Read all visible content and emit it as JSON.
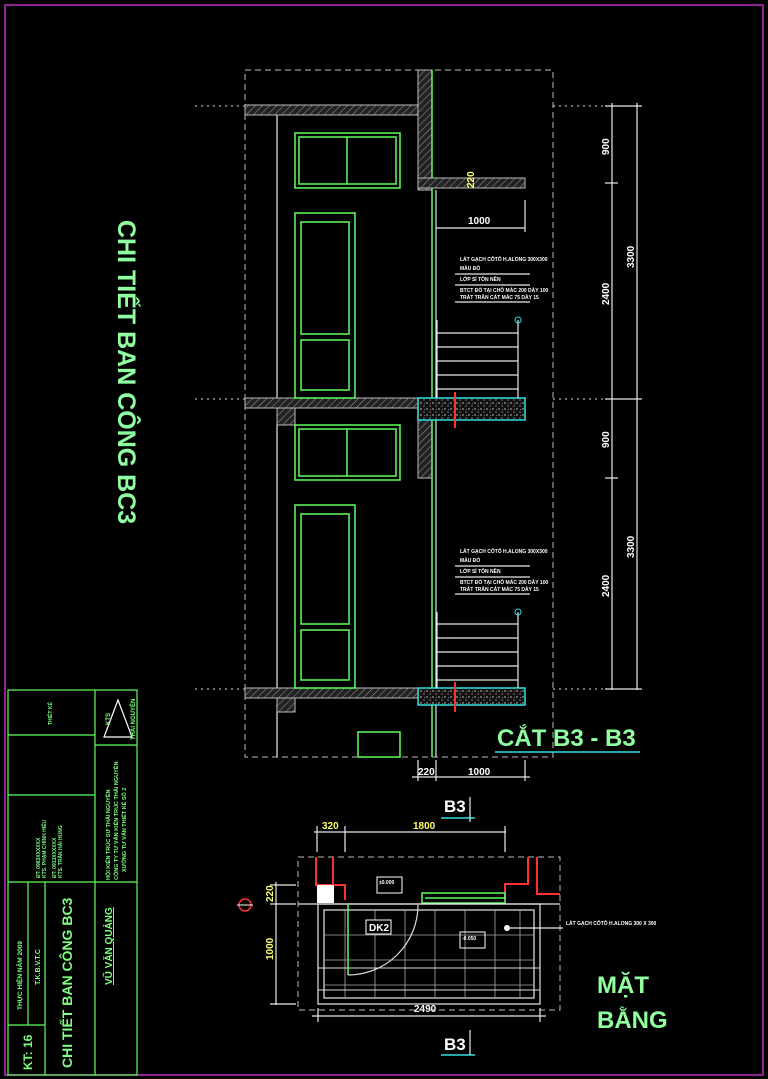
{
  "colors": {
    "background": "#000000",
    "frame": "#c030c0",
    "green": "#5cff5c",
    "cyan": "#30e0e0",
    "title": "#8fffa0",
    "dimension": "#ffff70",
    "cut": "#ff3030"
  },
  "main_title": "CHI TIẾT BAN CÔNG BC3",
  "section": {
    "title": "CẮT B3 - B3",
    "dims_right": {
      "a1": "900",
      "a2": "2400",
      "b1": "900",
      "b2": "2400",
      "t1": "3300",
      "t2": "3300"
    },
    "dim_canopy": "1000",
    "dim_canopy_small": "220",
    "dims_bottom": [
      "220",
      "1000"
    ],
    "notes": [
      "LÁT GẠCH CÔTÔ H.ALONG 300X300",
      "MÀU ĐỎ",
      "LỚP SỈ TÔN NỀN",
      "BTCT ĐỔ TẠI CHỖ MÁC 200 DÀY 100",
      "TRÁT TRẦN CÁT MÁC 75 DÀY 15"
    ]
  },
  "plan": {
    "title_line1": "MẶT",
    "title_line2": "BẰNG",
    "cut_top": "B3",
    "cut_bottom": "B3",
    "dims_top": [
      "320",
      "1800"
    ],
    "dims_left": [
      "220",
      "1000"
    ],
    "dim_bottom": "2490",
    "door_tag": "DK2",
    "level_1": "±0.000",
    "level_2": "-0.050",
    "note": "LÁT GẠCH CÔTÔ H.ALONG 300 X 300"
  },
  "title_block": {
    "logo_text": "KTS",
    "logo_sub": "THÁI NGUYÊN",
    "designer_label": "THIẾT KẾ",
    "company_lines": [
      "HỘI KIẾN TRÚC SƯ THÁI NGUYÊN",
      "CÔNG TY TƯ VẤN KIẾN TRÚC THÁI NGUYÊN",
      "XƯỞNG TƯ VẤN THIẾT KẾ SỐ 2"
    ],
    "people_lines": [
      "KTS. TRẦN HẢI HÙNG",
      "ĐT: 0913XXXXXX",
      "KTS. PHẠM CHÍNH HIẾU",
      "ĐT: 0983XXXXXX"
    ],
    "owner": "VŨ VĂN QUẢNG",
    "drawing_title": "CHI TIẾT BAN CÔNG BC3",
    "code_line": "T.K.B.V.T.C",
    "year_line": "THỰC HIỆN NĂM 2009",
    "sheet": "KT: 16"
  }
}
